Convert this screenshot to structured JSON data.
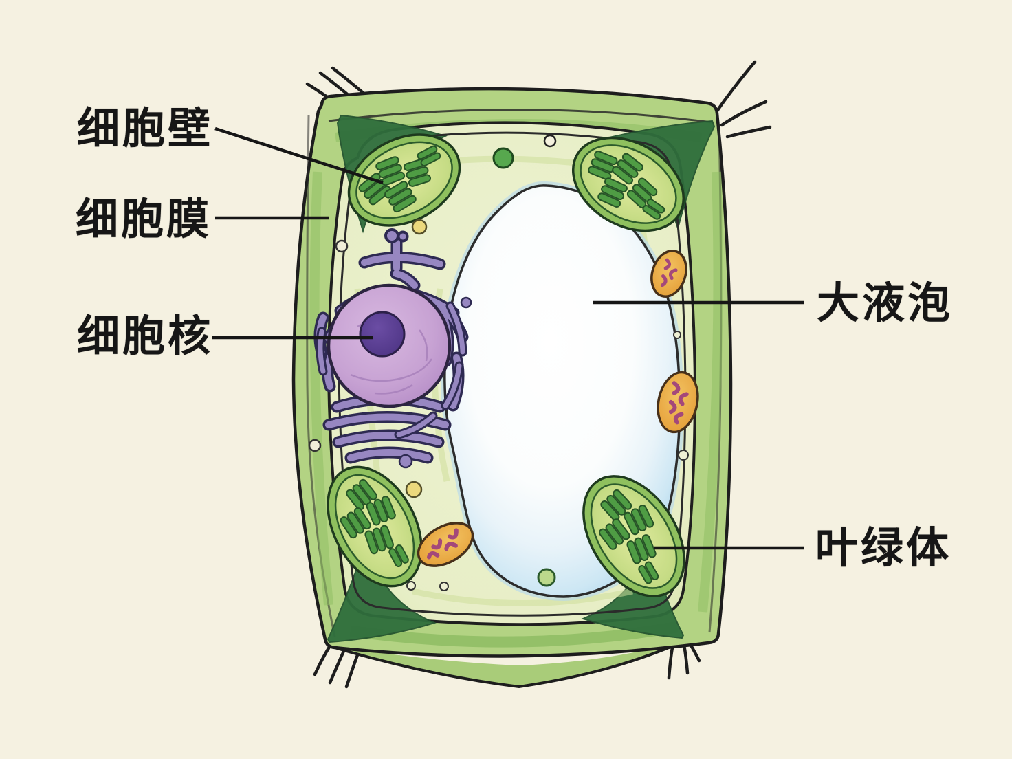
{
  "page": {
    "kind": "hand-drawn biology diagram",
    "subject": "plant cell structure",
    "background_color": "#f5f1e1",
    "line_color": "#1a1a1a"
  },
  "labels": {
    "cell_wall": "细胞壁",
    "cell_membrane": "细胞膜",
    "nucleus": "细胞核",
    "vacuole": "大液泡",
    "chloroplast": "叶绿体"
  },
  "structures": [
    {
      "name": "cell wall",
      "label": "细胞壁",
      "color": "#8dbd62"
    },
    {
      "name": "cell membrane",
      "label": "细胞膜",
      "color": "#2b2b2b"
    },
    {
      "name": "nucleus with nucleolus",
      "label": "细胞核",
      "color": "#c2a0d2"
    },
    {
      "name": "central vacuole",
      "label": "大液泡",
      "color": "#cde7f4"
    },
    {
      "name": "chloroplasts (4)",
      "label": "叶绿体",
      "color": "#4f9c44"
    },
    {
      "name": "mitochondria (3, unlabeled)",
      "label": "",
      "color": "#eaa83e"
    },
    {
      "name": "endoplasmic reticulum / golgi (unlabeled)",
      "label": "",
      "color": "#9787c1"
    }
  ],
  "palette": {
    "wall_green": "#b3d383",
    "wall_dark_corner": "#2f6e3c",
    "cytoplasm": "#e9efca",
    "grana_green": "#4f9c44",
    "nucleus_fill": "#c7a2d3",
    "nucleolus_fill": "#5a3e93",
    "er_fill": "#9787c1",
    "vacuole_edge_blue": "#b7d9ec",
    "mitochondrion_orange": "#eaa83e",
    "cristae_pink": "#a4487a"
  }
}
